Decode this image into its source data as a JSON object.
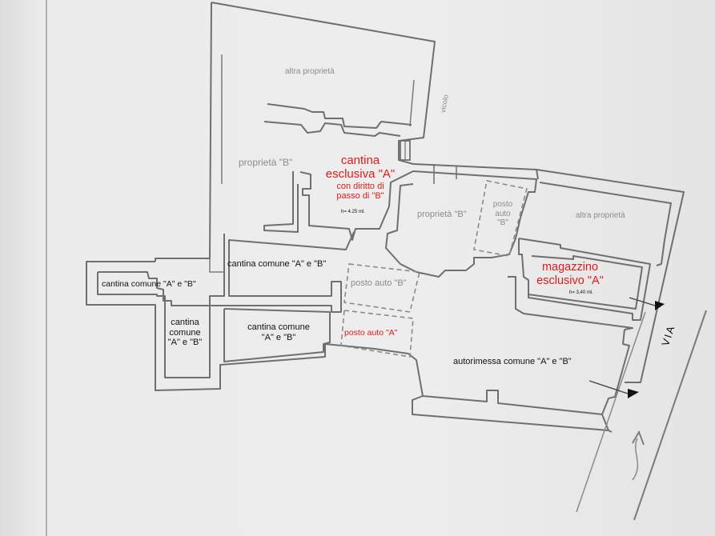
{
  "labels": {
    "altra_top": "altra proprietà",
    "vicolo": "vicolo",
    "prop_b_left": "proprietà \"B\"",
    "cantina_excl_1": "cantina",
    "cantina_excl_2": "esclusiva \"A\"",
    "cantina_excl_3": "con diritto di",
    "cantina_excl_4": "passo di \"B\"",
    "h_cantina": "h= 4.25 ml.",
    "prop_b_mid": "proprietà \"B\"",
    "posto_auto_b_1": "posto",
    "posto_auto_b_2": "auto",
    "posto_auto_b_3": "\"B\"",
    "altra_right": "altra proprietà",
    "cantina_comune_top": "cantina comune \"A\" e \"B\"",
    "cantina_comune_left": "cantina comune \"A\" e \"B\"",
    "posto_auto_b_box": "posto auto \"B\"",
    "magazzino_1": "magazzino",
    "magazzino_2": "esclusivo \"A\"",
    "h_magazzino": "h= 3,40 ml.",
    "cantina_small_1": "cantina",
    "cantina_small_2": "comune",
    "cantina_small_3": "\"A\" e \"B\"",
    "cantina_mid_1": "cantina comune",
    "cantina_mid_2": "\"A\" e \"B\"",
    "posto_auto_a": "posto auto \"A\"",
    "autorimessa": "autorimessa comune \"A\" e \"B\"",
    "via": "VIA"
  },
  "colors": {
    "wall": "#6f6f6f",
    "red_text": "#e21a1a",
    "grey_text": "#8c8c8c"
  }
}
